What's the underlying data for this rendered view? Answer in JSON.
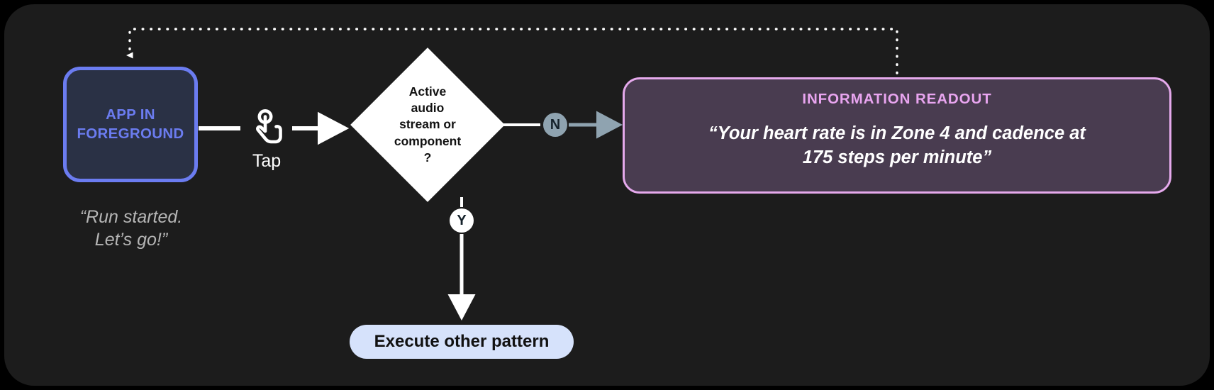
{
  "canvas": {
    "background": "#1c1c1c",
    "page_background": "#000000"
  },
  "colors": {
    "blue_accent": "#6b7cf0",
    "blue_fill": "#2a3145",
    "pink_accent": "#e5a9ec",
    "pink_fill": "#493c50",
    "pill_fill": "#d6e2fb",
    "badge_n_fill": "#8fa3b0",
    "badge_y_fill": "#ffffff",
    "wire_white": "#ffffff",
    "caption_gray": "#b5b5b5"
  },
  "nodes": {
    "app_state": {
      "label": "APP IN\nFOREGROUND",
      "caption": "“Run started.\nLet’s go!”"
    },
    "gesture": {
      "icon": "tap-gesture-icon",
      "label": "Tap"
    },
    "decision": {
      "text": "Active\naudio\nstream or\ncomponent\n?"
    },
    "branches": {
      "no": "N",
      "yes": "Y"
    },
    "readout": {
      "heading": "INFORMATION READOUT",
      "quote": "“Your heart rate is in Zone 4 and cadence at\n175 steps per minute”"
    },
    "other_pattern": {
      "label": "Execute other pattern"
    }
  },
  "connectors": {
    "feedback_loop": "dotted-return-arrow",
    "tap_to_decision": "solid-arrow",
    "no_to_readout": "gray-arrow",
    "yes_to_pill": "white-arrow"
  }
}
